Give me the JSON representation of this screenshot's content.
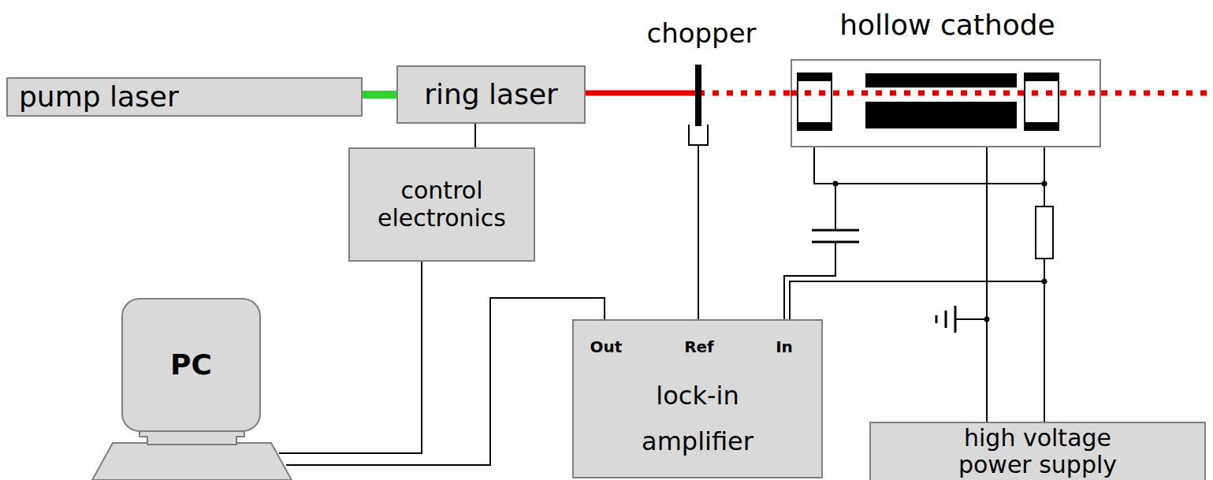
{
  "diagram": {
    "nodes": [
      {
        "text": [
          "pump laser"
        ]
      },
      {
        "text": [
          "ring laser"
        ]
      },
      {
        "text": [
          "hollow cathode"
        ]
      },
      {
        "text": [
          "control electronics"
        ]
      },
      {
        "text": [
          "PC"
        ]
      },
      {
        "text": [
          "Out",
          "Ref",
          "In",
          "lock-in amplifier"
        ]
      },
      {
        "text": [
          "high voltage power supply"
        ]
      }
    ],
    "edges": [
      {
        "from": 0,
        "to": 1,
        "arrow": "none"
      },
      {
        "from": 1,
        "to": 2,
        "arrow": "none"
      },
      {
        "from": 1,
        "to": 3,
        "arrow": "none"
      },
      {
        "from": 3,
        "to": 4,
        "arrow": "none"
      },
      {
        "from": 4,
        "to": 5,
        "arrow": "none"
      },
      {
        "from": 2,
        "to": 5,
        "arrow": "none"
      },
      {
        "from": 2,
        "to": 6,
        "arrow": "none"
      },
      {
        "from": 2,
        "to": 6,
        "arrow": "none"
      }
    ],
    "labels": [
      "chopper"
    ]
  }
}
